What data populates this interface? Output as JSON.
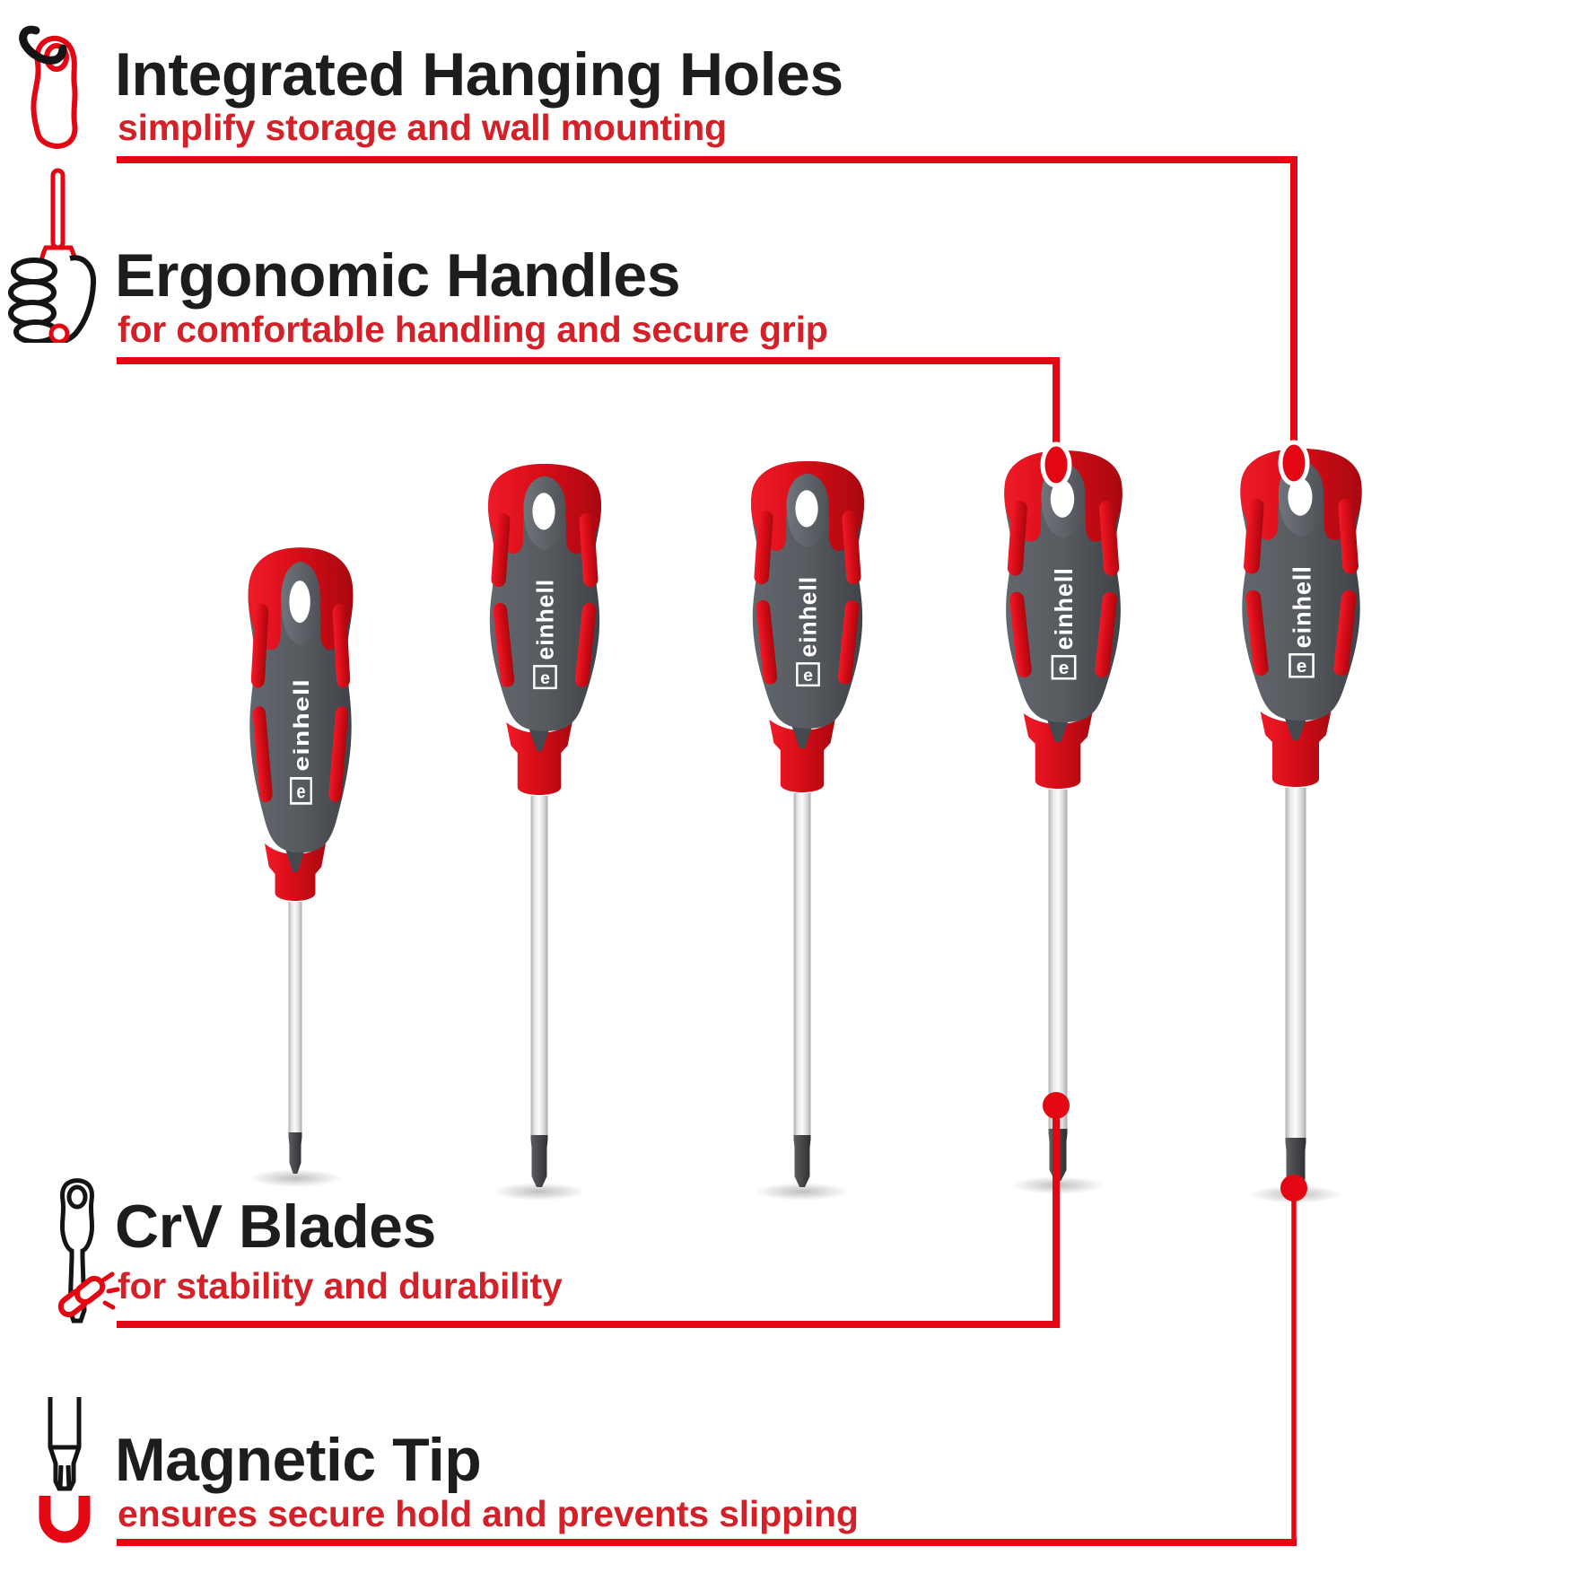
{
  "colors": {
    "background": "#ffffff",
    "accent_red": "#e30613",
    "text_red": "#d32129",
    "heading_black": "#1d1d1b",
    "handle_red": "#d80d18",
    "handle_gray": "#54585d",
    "blade_silver": "#e9eaec",
    "tip_gray": "#45474a"
  },
  "features": [
    {
      "id": "hanging-holes",
      "icon": "hanging-hook-icon",
      "title": "Integrated Hanging Holes",
      "subtitle": "simplify storage and wall mounting"
    },
    {
      "id": "ergonomic-handles",
      "icon": "hand-grip-icon",
      "title": "Ergonomic Handles",
      "subtitle": "for comfortable handling and secure grip"
    },
    {
      "id": "crv-blades",
      "icon": "crv-chain-icon",
      "title": "CrV Blades",
      "subtitle": "for stability and durability"
    },
    {
      "id": "magnetic-tip",
      "icon": "magnet-icon",
      "title": "Magnetic Tip",
      "subtitle": "ensures secure hold and prevents slipping"
    }
  ],
  "product": {
    "brand_label": "einhell",
    "screwdriver_count": 5
  }
}
